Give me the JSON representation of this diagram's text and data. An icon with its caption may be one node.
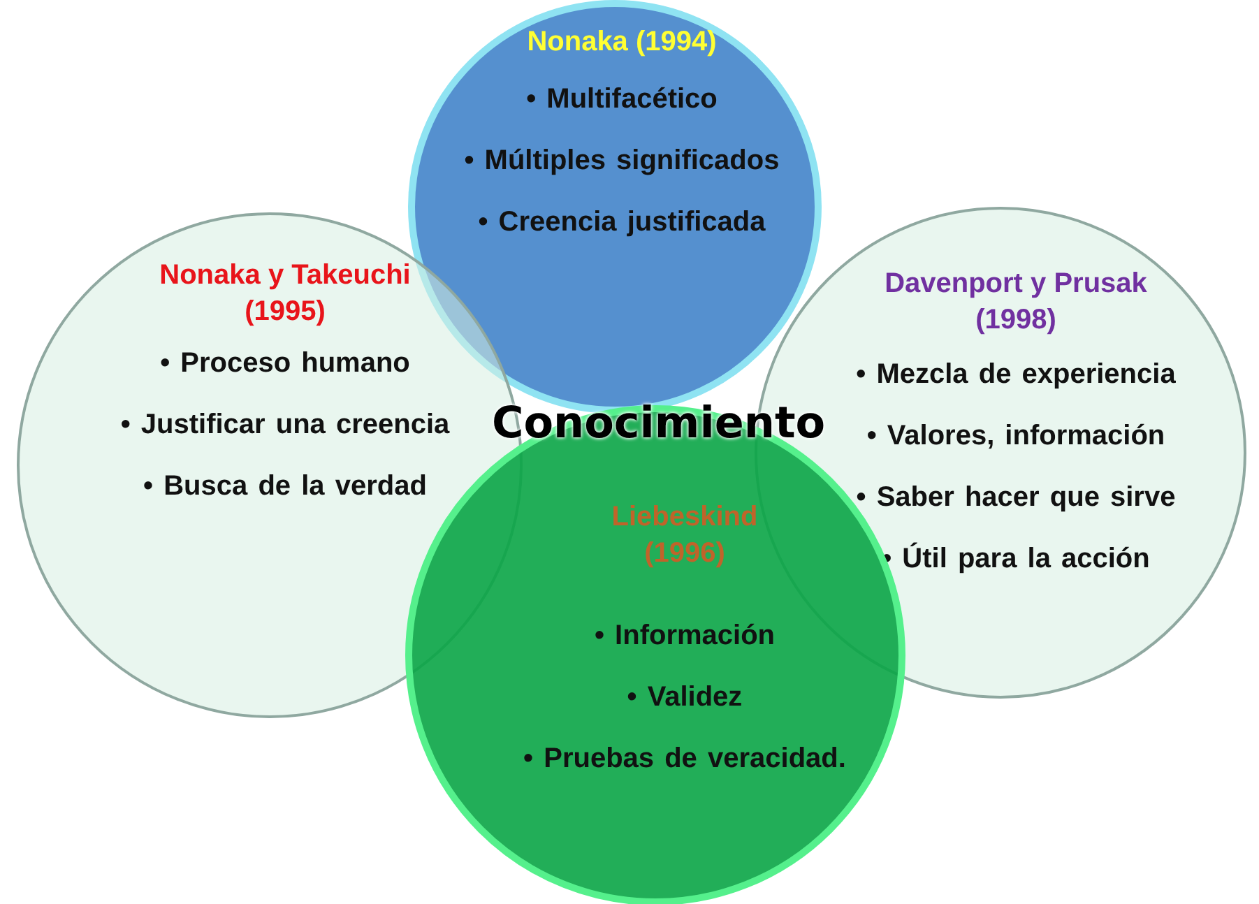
{
  "diagram": {
    "nodes": [
      {
        "text": [
          "Nonaka (1994)",
          "• Multifacético",
          "• Múltiples significados",
          "• Creencia justificada"
        ]
      },
      {
        "text": [
          "Nonaka y Takeuchi (1995)",
          "• Proceso humano",
          "• Justificar una creencia",
          "• Busca de la verdad"
        ]
      },
      {
        "text": [
          "Davenport y Prusak (1998)",
          "• Mezcla de experiencia",
          "• Valores, información",
          "• Saber hacer que sirve",
          "• Útil para la acción"
        ]
      },
      {
        "text": [
          "Liebeskind (1996)",
          "• Información",
          "• Validez",
          "• Pruebas de veracidad."
        ]
      }
    ],
    "labels": [
      "Conocimiento"
    ]
  }
}
